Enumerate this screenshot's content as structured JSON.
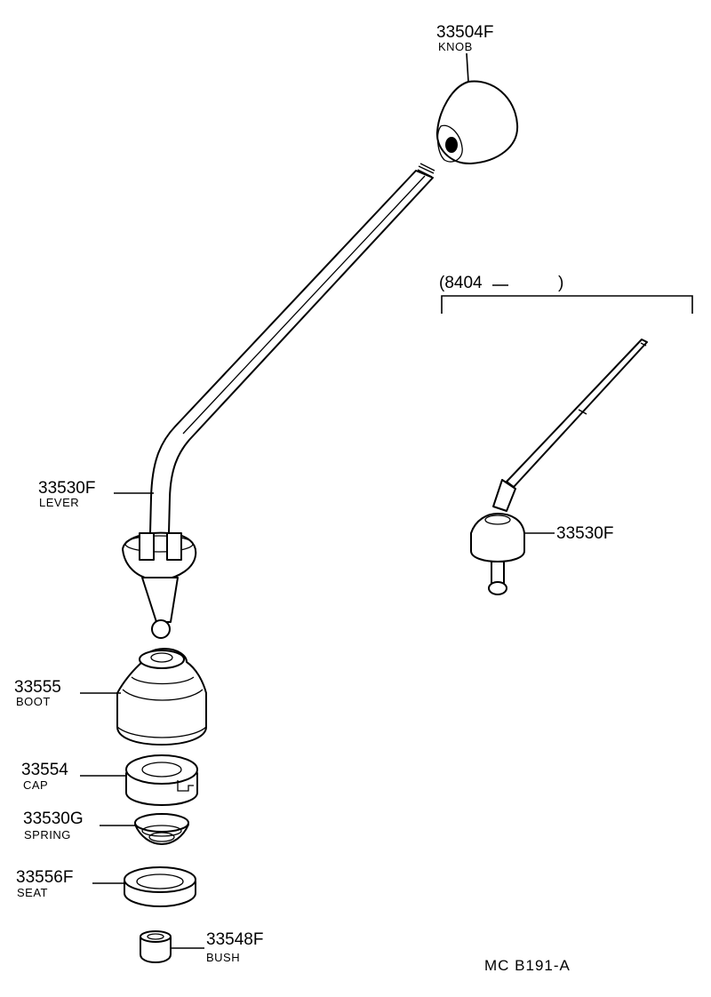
{
  "parts": {
    "knob": {
      "number": "33504F",
      "name": "KNOB"
    },
    "lever": {
      "number": "33530F",
      "name": "LEVER"
    },
    "boot": {
      "number": "33555",
      "name": "BOOT"
    },
    "cap": {
      "number": "33554",
      "name": "CAP"
    },
    "spring": {
      "number": "33530G",
      "name": "SPRING"
    },
    "seat": {
      "number": "33556F",
      "name": "SEAT"
    },
    "bush": {
      "number": "33548F",
      "name": "BUSH"
    }
  },
  "variant": {
    "date_range": "(8404",
    "date_range_end": ")",
    "lever_number": "33530F"
  },
  "diagram_code": "MC  B191-A"
}
